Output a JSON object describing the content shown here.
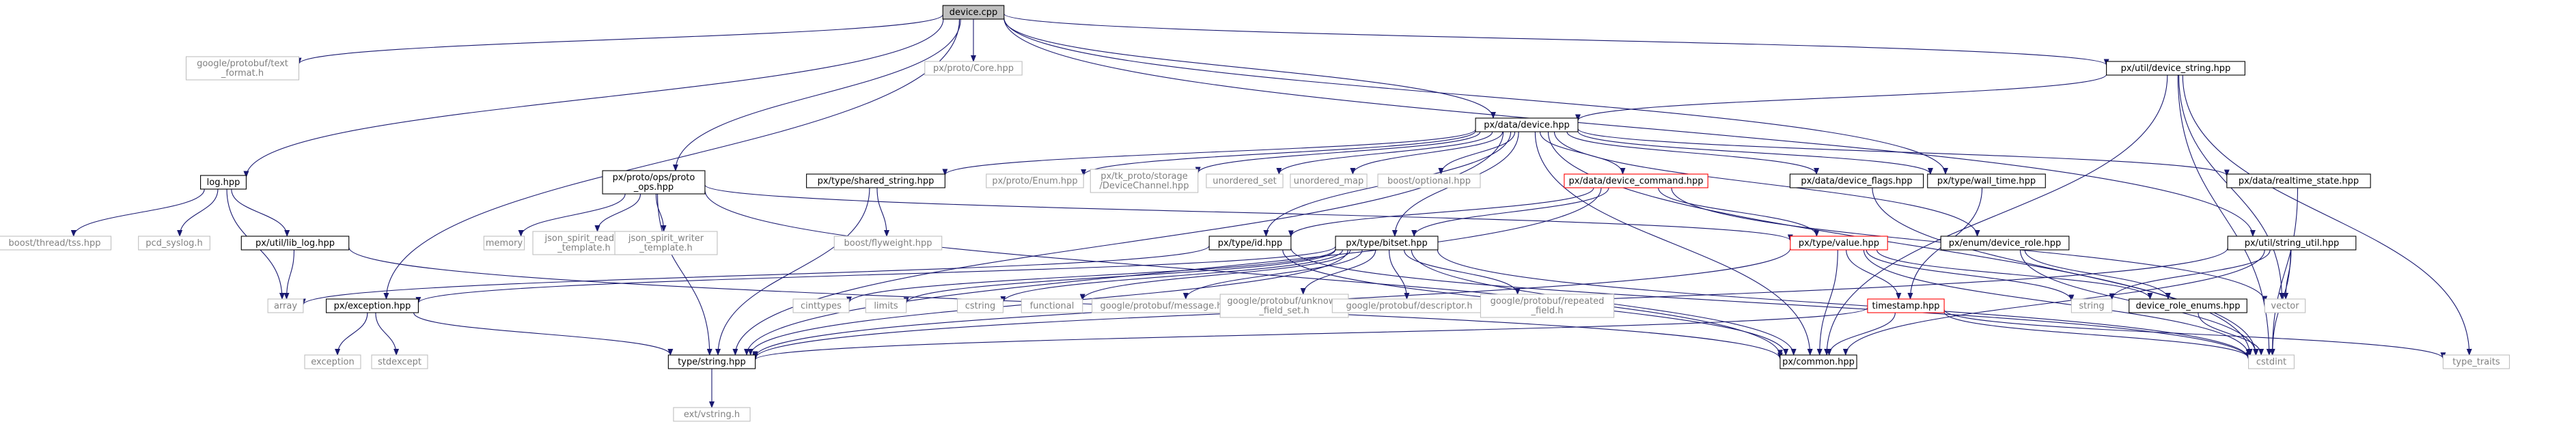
{
  "colors": {
    "edge": "#191970",
    "node_border_default": "#000000",
    "node_border_missing": "#bfbfbf",
    "node_border_truncated": "#ff0000",
    "root_fill": "#bfbfbf",
    "text_default": "#000000",
    "text_missing": "#808080"
  },
  "nodes": [
    {
      "id": "device_cpp",
      "lines": [
        "device.cpp"
      ],
      "kind": "root"
    },
    {
      "id": "protobuf_text_format",
      "lines": [
        "google/protobuf/text",
        "_format.h"
      ],
      "kind": "missing"
    },
    {
      "id": "px_proto_core",
      "lines": [
        "px/proto/Core.hpp"
      ],
      "kind": "missing"
    },
    {
      "id": "px_util_device_string",
      "lines": [
        "px/util/device_string.hpp"
      ],
      "kind": "normal"
    },
    {
      "id": "px_data_device",
      "lines": [
        "px/data/device.hpp"
      ],
      "kind": "normal"
    },
    {
      "id": "log_hpp",
      "lines": [
        "log.hpp"
      ],
      "kind": "normal"
    },
    {
      "id": "px_proto_ops",
      "lines": [
        "px/proto/ops/proto",
        "_ops.hpp"
      ],
      "kind": "normal"
    },
    {
      "id": "px_type_shared_string",
      "lines": [
        "px/type/shared_string.hpp"
      ],
      "kind": "normal"
    },
    {
      "id": "px_proto_enum",
      "lines": [
        "px/proto/Enum.hpp"
      ],
      "kind": "missing"
    },
    {
      "id": "px_tk_proto_storage",
      "lines": [
        "px/tk_proto/storage",
        "/DeviceChannel.hpp"
      ],
      "kind": "missing"
    },
    {
      "id": "unordered_set",
      "lines": [
        "unordered_set"
      ],
      "kind": "missing"
    },
    {
      "id": "unordered_map",
      "lines": [
        "unordered_map"
      ],
      "kind": "missing"
    },
    {
      "id": "boost_optional",
      "lines": [
        "boost/optional.hpp"
      ],
      "kind": "missing"
    },
    {
      "id": "px_data_device_command",
      "lines": [
        "px/data/device_command.hpp"
      ],
      "kind": "truncated"
    },
    {
      "id": "px_data_device_flags",
      "lines": [
        "px/data/device_flags.hpp"
      ],
      "kind": "normal"
    },
    {
      "id": "px_type_wall_time",
      "lines": [
        "px/type/wall_time.hpp"
      ],
      "kind": "normal"
    },
    {
      "id": "px_data_realtime_state",
      "lines": [
        "px/data/realtime_state.hpp"
      ],
      "kind": "normal"
    },
    {
      "id": "boost_thread_tss",
      "lines": [
        "boost/thread/tss.hpp"
      ],
      "kind": "missing"
    },
    {
      "id": "pcd_syslog",
      "lines": [
        "pcd_syslog.h"
      ],
      "kind": "missing"
    },
    {
      "id": "px_util_lib_log",
      "lines": [
        "px/util/lib_log.hpp"
      ],
      "kind": "normal"
    },
    {
      "id": "memory",
      "lines": [
        "memory"
      ],
      "kind": "missing"
    },
    {
      "id": "json_spirit_reader",
      "lines": [
        "json_spirit_reader",
        "_template.h"
      ],
      "kind": "missing"
    },
    {
      "id": "json_spirit_writer",
      "lines": [
        "json_spirit_writer",
        "_template.h"
      ],
      "kind": "missing"
    },
    {
      "id": "boost_flyweight",
      "lines": [
        "boost/flyweight.hpp"
      ],
      "kind": "missing"
    },
    {
      "id": "px_type_id",
      "lines": [
        "px/type/id.hpp"
      ],
      "kind": "normal"
    },
    {
      "id": "px_type_bitset",
      "lines": [
        "px/type/bitset.hpp"
      ],
      "kind": "normal"
    },
    {
      "id": "px_type_value",
      "lines": [
        "px/type/value.hpp"
      ],
      "kind": "truncated"
    },
    {
      "id": "px_enum_device_role",
      "lines": [
        "px/enum/device_role.hpp"
      ],
      "kind": "normal"
    },
    {
      "id": "px_util_string_util",
      "lines": [
        "px/util/string_util.hpp"
      ],
      "kind": "normal"
    },
    {
      "id": "array",
      "lines": [
        "array"
      ],
      "kind": "missing"
    },
    {
      "id": "px_exception",
      "lines": [
        "px/exception.hpp"
      ],
      "kind": "normal"
    },
    {
      "id": "cinttypes",
      "lines": [
        "cinttypes"
      ],
      "kind": "missing"
    },
    {
      "id": "limits",
      "lines": [
        "limits"
      ],
      "kind": "missing"
    },
    {
      "id": "cstring",
      "lines": [
        "cstring"
      ],
      "kind": "missing"
    },
    {
      "id": "functional",
      "lines": [
        "functional"
      ],
      "kind": "missing"
    },
    {
      "id": "protobuf_message",
      "lines": [
        "google/protobuf/message.h"
      ],
      "kind": "missing"
    },
    {
      "id": "protobuf_unknown_field_set",
      "lines": [
        "google/protobuf/unknown",
        "_field_set.h"
      ],
      "kind": "missing"
    },
    {
      "id": "protobuf_descriptor",
      "lines": [
        "google/protobuf/descriptor.h"
      ],
      "kind": "missing"
    },
    {
      "id": "protobuf_repeated_field",
      "lines": [
        "google/protobuf/repeated",
        "_field.h"
      ],
      "kind": "missing"
    },
    {
      "id": "timestamp_hpp",
      "lines": [
        "timestamp.hpp"
      ],
      "kind": "truncated"
    },
    {
      "id": "string",
      "lines": [
        "string"
      ],
      "kind": "missing"
    },
    {
      "id": "device_role_enums",
      "lines": [
        "device_role_enums.hpp"
      ],
      "kind": "normal"
    },
    {
      "id": "vector",
      "lines": [
        "vector"
      ],
      "kind": "missing"
    },
    {
      "id": "exception",
      "lines": [
        "exception"
      ],
      "kind": "missing"
    },
    {
      "id": "stdexcept",
      "lines": [
        "stdexcept"
      ],
      "kind": "missing"
    },
    {
      "id": "type_string",
      "lines": [
        "type/string.hpp"
      ],
      "kind": "normal"
    },
    {
      "id": "px_common",
      "lines": [
        "px/common.hpp"
      ],
      "kind": "normal"
    },
    {
      "id": "cstdint",
      "lines": [
        "cstdint"
      ],
      "kind": "missing"
    },
    {
      "id": "type_traits",
      "lines": [
        "type_traits"
      ],
      "kind": "missing"
    },
    {
      "id": "ext_vstring",
      "lines": [
        "ext/vstring.h"
      ],
      "kind": "missing"
    }
  ],
  "edges": [
    [
      "device_cpp",
      "protobuf_text_format"
    ],
    [
      "device_cpp",
      "px_proto_core"
    ],
    [
      "device_cpp",
      "px_util_device_string"
    ],
    [
      "device_cpp",
      "px_data_device"
    ],
    [
      "device_cpp",
      "log_hpp"
    ],
    [
      "device_cpp",
      "px_proto_ops"
    ],
    [
      "device_cpp",
      "px_exception"
    ],
    [
      "device_cpp",
      "px_type_wall_time"
    ],
    [
      "device_cpp",
      "px_util_string_util"
    ],
    [
      "px_util_device_string",
      "px_data_device"
    ],
    [
      "px_util_device_string",
      "vector"
    ],
    [
      "px_util_device_string",
      "cstdint"
    ],
    [
      "px_util_device_string",
      "px_common"
    ],
    [
      "px_util_device_string",
      "type_traits"
    ],
    [
      "px_data_device",
      "px_type_shared_string"
    ],
    [
      "px_data_device",
      "px_proto_enum"
    ],
    [
      "px_data_device",
      "px_tk_proto_storage"
    ],
    [
      "px_data_device",
      "unordered_set"
    ],
    [
      "px_data_device",
      "unordered_map"
    ],
    [
      "px_data_device",
      "boost_optional"
    ],
    [
      "px_data_device",
      "px_data_device_command"
    ],
    [
      "px_data_device",
      "px_data_device_flags"
    ],
    [
      "px_data_device",
      "px_type_wall_time"
    ],
    [
      "px_data_device",
      "px_data_realtime_state"
    ],
    [
      "px_data_device",
      "px_type_id"
    ],
    [
      "px_data_device",
      "px_type_bitset"
    ],
    [
      "px_data_device",
      "px_enum_device_role"
    ],
    [
      "px_data_device",
      "type_string"
    ],
    [
      "px_data_device",
      "px_common"
    ],
    [
      "px_data_device",
      "cstdint"
    ],
    [
      "log_hpp",
      "boost_thread_tss"
    ],
    [
      "log_hpp",
      "pcd_syslog"
    ],
    [
      "log_hpp",
      "px_util_lib_log"
    ],
    [
      "log_hpp",
      "array"
    ],
    [
      "px_proto_ops",
      "memory"
    ],
    [
      "px_proto_ops",
      "json_spirit_reader"
    ],
    [
      "px_proto_ops",
      "json_spirit_writer"
    ],
    [
      "px_proto_ops",
      "px_type_value"
    ],
    [
      "px_proto_ops",
      "type_string"
    ],
    [
      "px_proto_ops",
      "px_common"
    ],
    [
      "px_type_shared_string",
      "boost_flyweight"
    ],
    [
      "px_type_shared_string",
      "type_string"
    ],
    [
      "px_data_device_command",
      "px_type_id"
    ],
    [
      "px_data_device_command",
      "px_type_bitset"
    ],
    [
      "px_data_device_command",
      "px_type_value"
    ],
    [
      "px_data_device_command",
      "type_string"
    ],
    [
      "px_data_device_command",
      "vector"
    ],
    [
      "px_data_device_flags",
      "cstdint"
    ],
    [
      "px_type_wall_time",
      "timestamp_hpp"
    ],
    [
      "px_data_realtime_state",
      "cstdint"
    ],
    [
      "px_util_lib_log",
      "array"
    ],
    [
      "px_util_lib_log",
      "px_common"
    ],
    [
      "px_type_id",
      "array"
    ],
    [
      "px_type_id",
      "px_common"
    ],
    [
      "px_type_id",
      "cstdint"
    ],
    [
      "px_type_bitset",
      "px_exception"
    ],
    [
      "px_type_bitset",
      "cinttypes"
    ],
    [
      "px_type_bitset",
      "limits"
    ],
    [
      "px_type_bitset",
      "cstring"
    ],
    [
      "px_type_bitset",
      "functional"
    ],
    [
      "px_type_bitset",
      "protobuf_message"
    ],
    [
      "px_type_bitset",
      "protobuf_unknown_field_set"
    ],
    [
      "px_type_bitset",
      "protobuf_descriptor"
    ],
    [
      "px_type_bitset",
      "protobuf_repeated_field"
    ],
    [
      "px_type_bitset",
      "px_common"
    ],
    [
      "px_type_bitset",
      "type_string"
    ],
    [
      "px_type_bitset",
      "cstdint"
    ],
    [
      "px_type_value",
      "timestamp_hpp"
    ],
    [
      "px_type_value",
      "string"
    ],
    [
      "px_type_value",
      "px_common"
    ],
    [
      "px_type_value",
      "type_string"
    ],
    [
      "px_type_value",
      "cstdint"
    ],
    [
      "px_type_value",
      "device_role_enums"
    ],
    [
      "px_enum_device_role",
      "device_role_enums"
    ],
    [
      "px_enum_device_role",
      "cstdint"
    ],
    [
      "px_util_string_util",
      "string"
    ],
    [
      "px_util_string_util",
      "vector"
    ],
    [
      "px_util_string_util",
      "cstdint"
    ],
    [
      "px_util_string_util",
      "px_common"
    ],
    [
      "px_util_string_util",
      "type_string"
    ],
    [
      "px_exception",
      "exception"
    ],
    [
      "px_exception",
      "stdexcept"
    ],
    [
      "px_exception",
      "type_string"
    ],
    [
      "timestamp_hpp",
      "type_string"
    ],
    [
      "timestamp_hpp",
      "px_common"
    ],
    [
      "timestamp_hpp",
      "cstdint"
    ],
    [
      "timestamp_hpp",
      "type_traits"
    ],
    [
      "device_role_enums",
      "cstdint"
    ],
    [
      "type_string",
      "ext_vstring"
    ]
  ]
}
